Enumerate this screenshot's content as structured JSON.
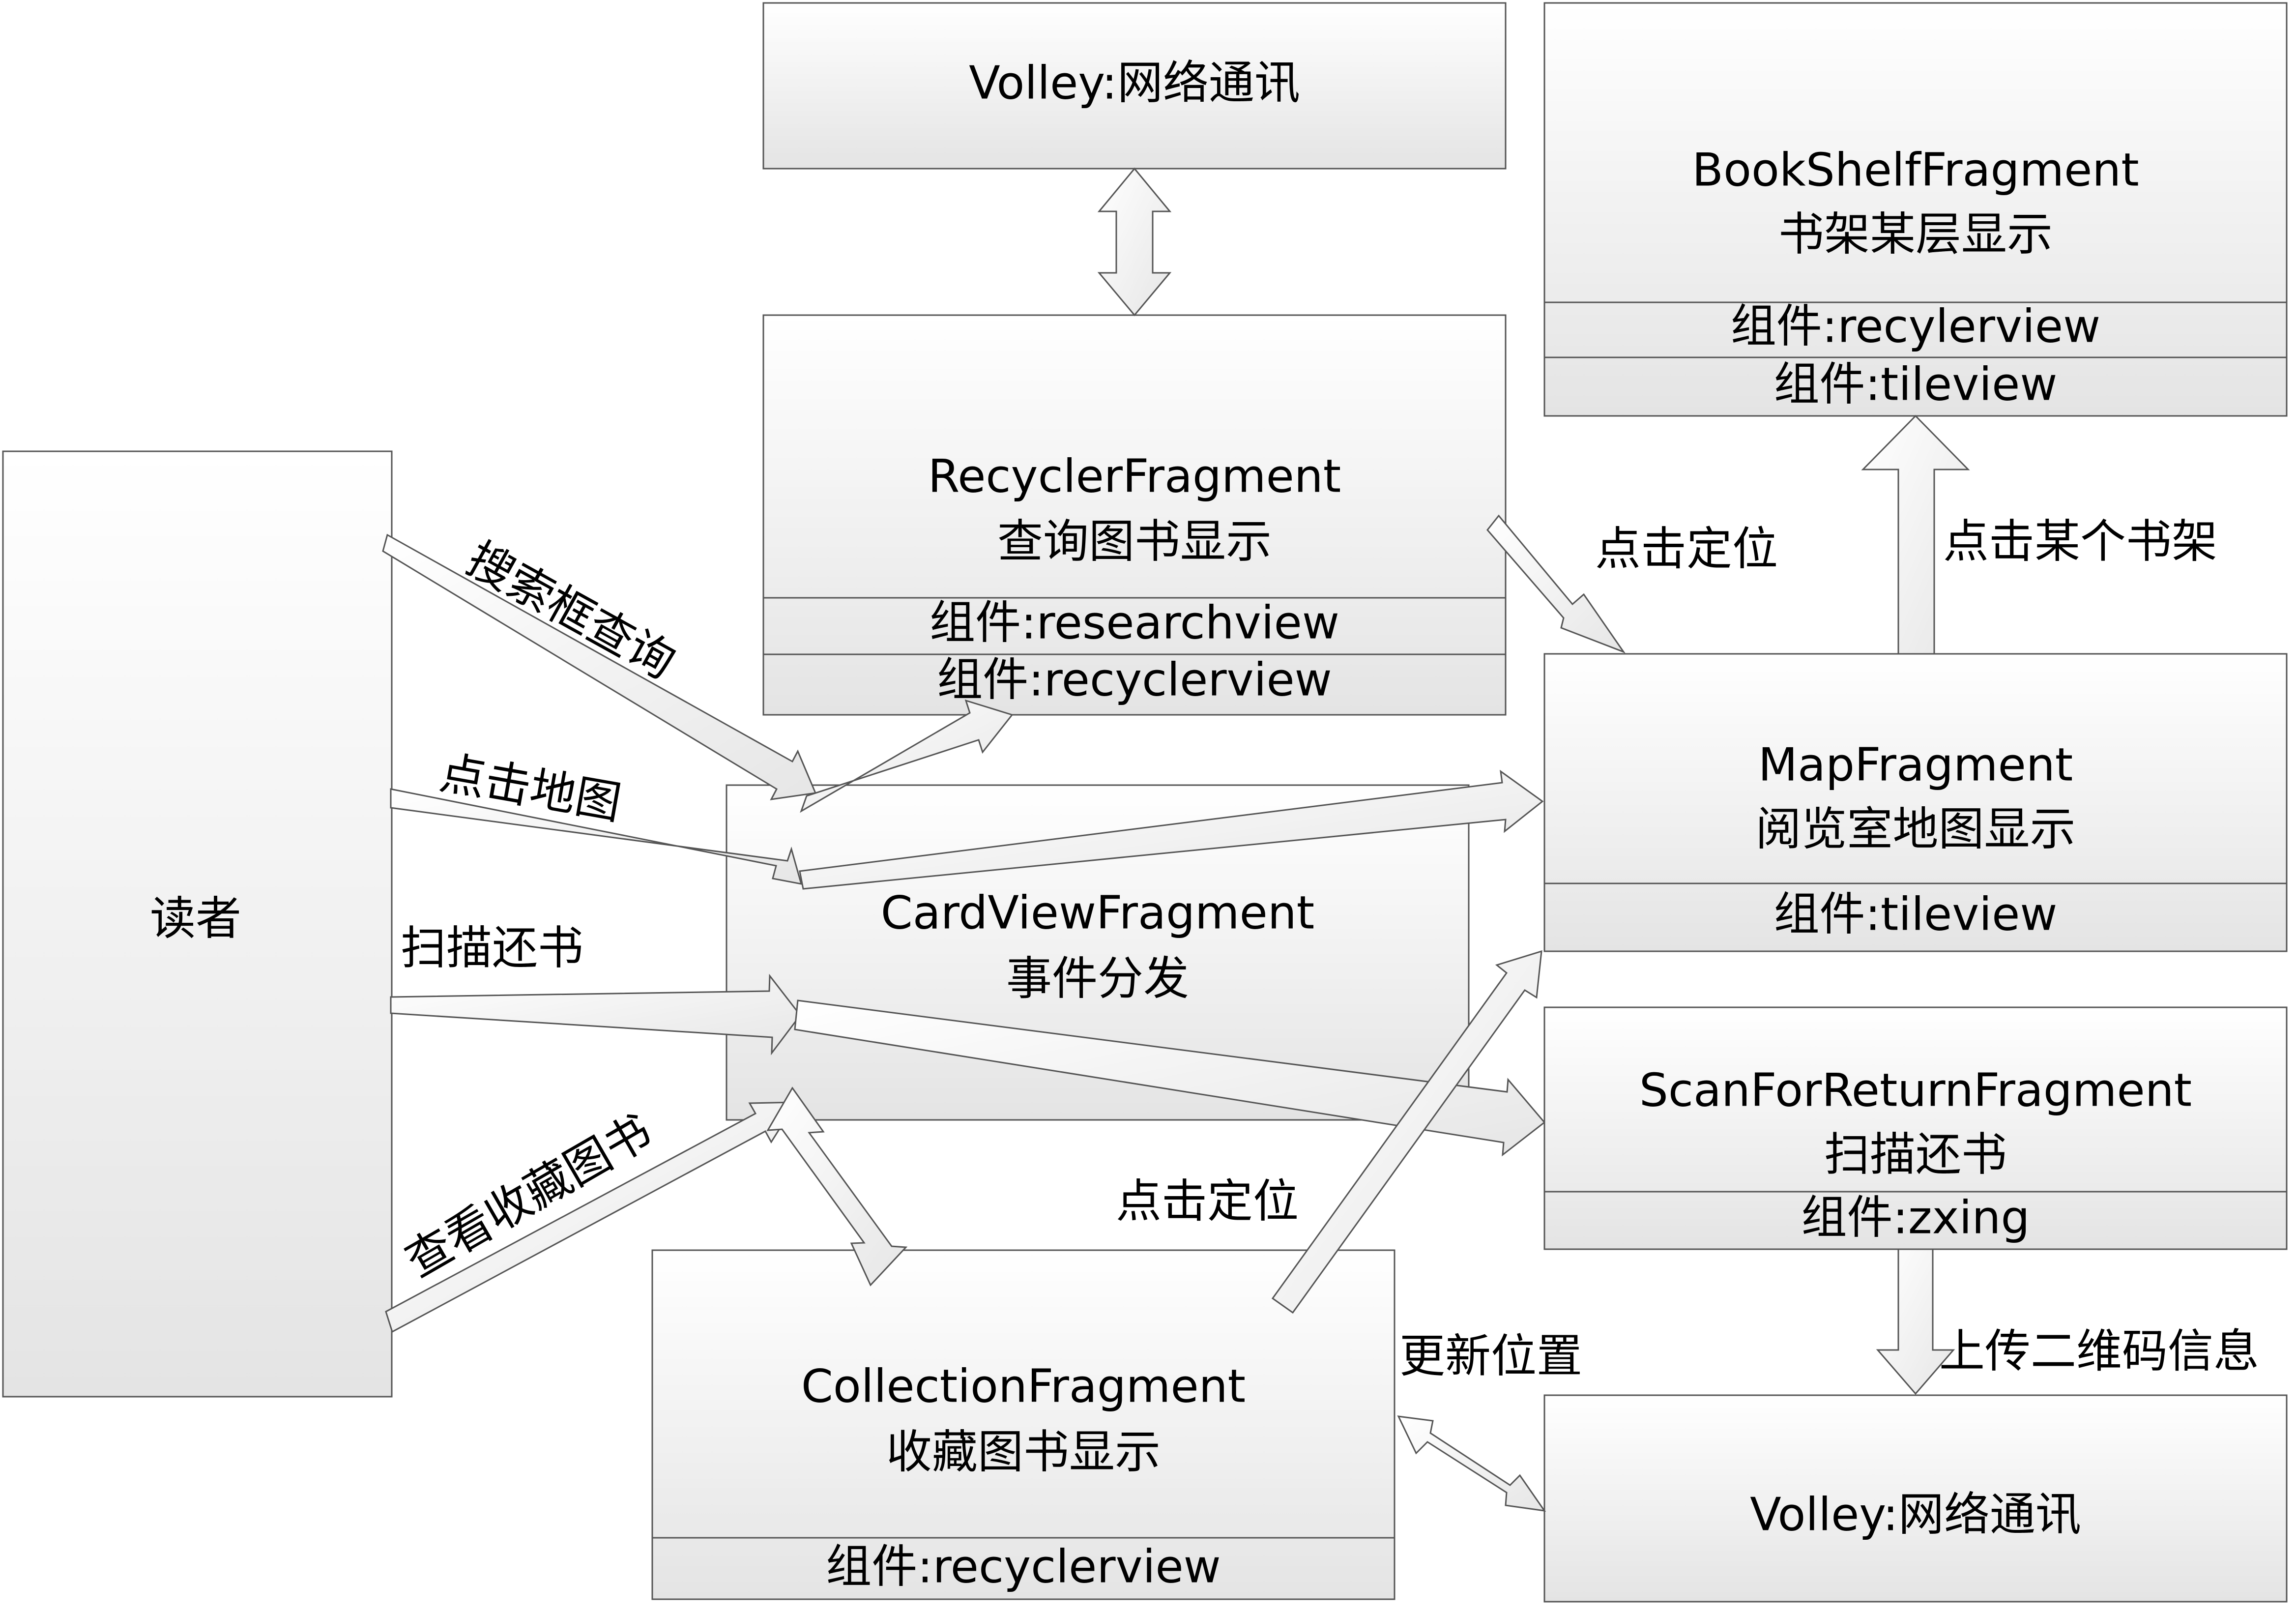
{
  "boxes": {
    "volley_top": {
      "title": "Volley:网络通讯"
    },
    "recycler": {
      "title": "RecyclerFragment",
      "subtitle": "查询图书显示",
      "components": [
        "组件:researchview",
        "组件:recyclerview"
      ]
    },
    "bookshelf": {
      "title": "BookShelfFragment",
      "subtitle": "书架某层显示",
      "components": [
        "组件:recylerview",
        "组件:tileview"
      ]
    },
    "reader": {
      "title": "读者"
    },
    "cardview": {
      "title": "CardViewFragment",
      "subtitle": "事件分发"
    },
    "map": {
      "title": "MapFragment",
      "subtitle": "阅览室地图显示",
      "components": [
        "组件:tileview"
      ]
    },
    "scan": {
      "title": "ScanForReturnFragment",
      "subtitle": "扫描还书",
      "components": [
        "组件:zxing"
      ]
    },
    "collection": {
      "title": "CollectionFragment",
      "subtitle": "收藏图书显示",
      "components": [
        "组件:recyclerview"
      ]
    },
    "volley_bottom": {
      "title": "Volley:网络通讯"
    }
  },
  "edge_labels": {
    "search": "搜索框查询",
    "click_map": "点击地图",
    "scan_return": "扫描还书",
    "view_collection": "查看收藏图书",
    "locate_recycler": "点击定位",
    "locate_collection": "点击定位",
    "click_shelf": "点击某个书架",
    "update_position": "更新位置",
    "upload_qr": "上传二维码信息"
  },
  "colors": {
    "box_fill_top": "#ffffff",
    "box_fill_bottom": "#e4e4e4",
    "stroke": "#555555",
    "text": "#000000"
  }
}
